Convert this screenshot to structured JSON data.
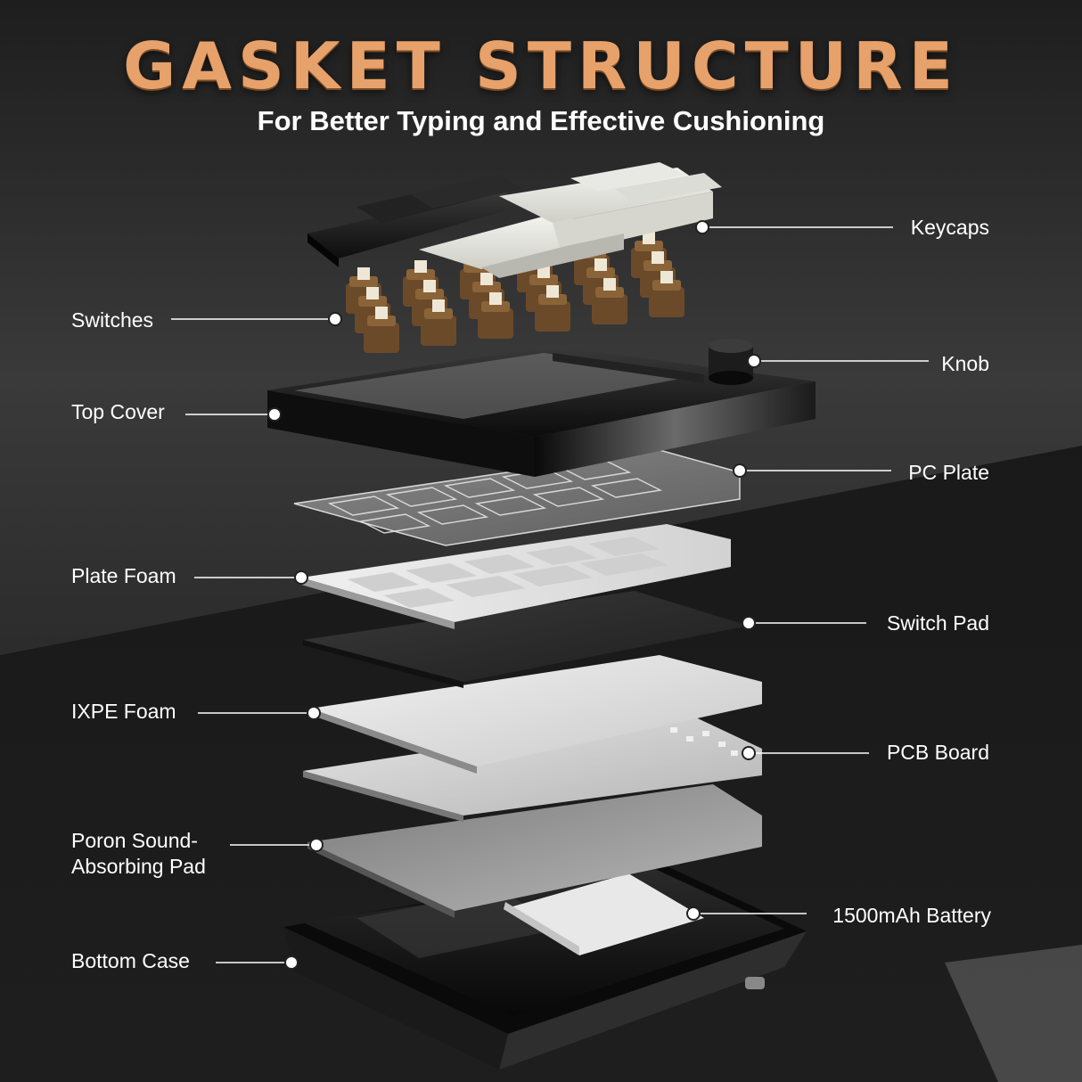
{
  "title": "GASKET STRUCTURE",
  "subtitle": "For Better Typing and Effective Cushioning",
  "labels": {
    "keycaps": "Keycaps",
    "switches": "Switches",
    "knob": "Knob",
    "top_cover": "Top Cover",
    "pc_plate": "PC Plate",
    "plate_foam": "Plate Foam",
    "switch_pad": "Switch Pad",
    "ixpe_foam": "IXPE Foam",
    "pcb_board": "PCB Board",
    "poron_line1": "Poron Sound-",
    "poron_line2": "Absorbing Pad",
    "battery": "1500mAh Battery",
    "bottom_case": "Bottom Case"
  },
  "colors": {
    "title_accent": "#e7a16a",
    "label_text": "#ffffff",
    "background": "#2a2a2a"
  }
}
